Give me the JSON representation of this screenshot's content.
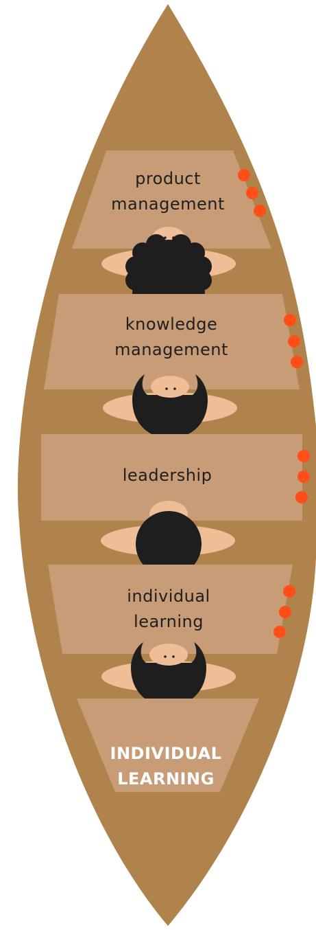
{
  "colors": {
    "hull": "#B0834C",
    "seat": "#C79C77",
    "skin": "#F0BE96",
    "hair": "#1E1E1E",
    "oar_dot": "#FF4E17",
    "stern_text": "#FFFFFF",
    "seat_text": "#1F1F1F"
  },
  "seats": [
    {
      "line1": "product",
      "line2": "management",
      "hair_style": "curly"
    },
    {
      "line1": "knowledge",
      "line2": "management",
      "hair_style": "long"
    },
    {
      "line1": "leadership",
      "line2": "",
      "hair_style": "round"
    },
    {
      "line1": "individual",
      "line2": "learning",
      "hair_style": "long"
    }
  ],
  "stern": {
    "line1": "INDIVIDUAL",
    "line2": "LEARNING"
  }
}
